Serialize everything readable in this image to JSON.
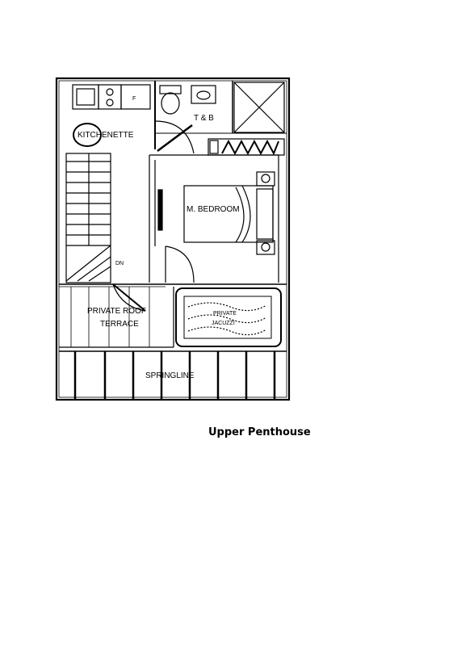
{
  "caption": "Upper Penthouse",
  "rooms": {
    "kitchenette": "KITCHENETTE",
    "fridge": "F",
    "tb": "T & B",
    "bedroom": "M. BEDROOM",
    "stair_dn": "DN",
    "terrace_line1": "PRIVATE ROOF",
    "terrace_line2": "TERRACE",
    "jacuzzi_line1": "PRIVATE",
    "jacuzzi_line2": "JACUZZI",
    "springline": "SPRINGLINE"
  }
}
